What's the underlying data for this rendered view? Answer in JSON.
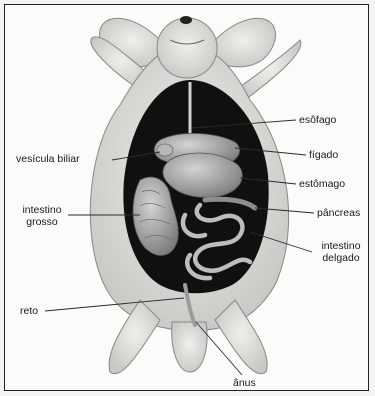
{
  "labels": {
    "esofago": "esôfago",
    "figado": "fígado",
    "estomago": "estômago",
    "pancreas": "pâncreas",
    "intestino_delgado_1": "intestino",
    "intestino_delgado_2": "delgado",
    "vesicula": "vesícula biliar",
    "intestino_grosso_1": "intestino",
    "intestino_grosso_2": "grosso",
    "reto": "reto",
    "anus": "ânus"
  },
  "colors": {
    "cavity": "#101010",
    "fur": "#d9d9d6",
    "organ": "#9a9a98",
    "line": "#2a2a2a"
  }
}
